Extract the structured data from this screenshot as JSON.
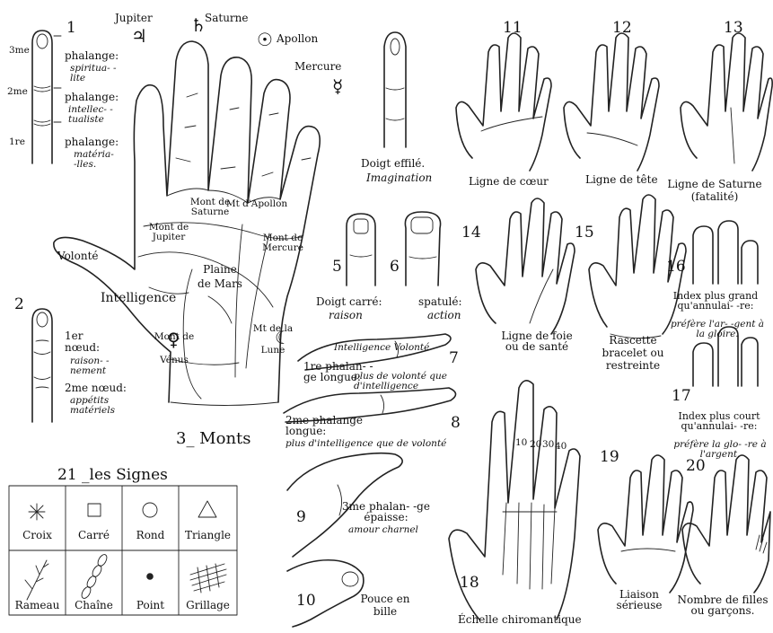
{
  "fig1": {
    "number": "1",
    "phalanges": [
      {
        "marker": "3me",
        "title": "phalange:",
        "desc": "spiritua- -lite"
      },
      {
        "marker": "2me",
        "title": "phalange:",
        "desc": "intellec- -tualiste"
      },
      {
        "marker": "1re",
        "title": "phalange:",
        "desc": "matéria- -lles."
      }
    ]
  },
  "fig2": {
    "number": "2",
    "first_node": {
      "title": "1er nœud:",
      "desc": "raison- -nement"
    },
    "second_node": {
      "title": "2me nœud:",
      "desc": "appétits matériels"
    }
  },
  "planets": {
    "jupiter": {
      "name": "Jupiter",
      "symbol": "♃"
    },
    "saturne": {
      "name": "Saturne",
      "symbol": "♄"
    },
    "apollon": {
      "name": "Apollon",
      "symbol": "☉"
    },
    "mercure": {
      "name": "Mercure",
      "symbol": "☿"
    }
  },
  "fig3": {
    "caption": "3_ Monts",
    "labels": {
      "volonte": "Volonté",
      "intelligence": "Intelligence",
      "mont_saturne": "Mont de Saturne",
      "mont_apollon": "Mt d'Apollon",
      "mont_jupiter": "Mont de Jupiter",
      "mont_mercure": "Mont de Mercure",
      "plaine_mars": "Plaine de Mars",
      "mont_venus": "Mont de Vénus",
      "mont_lune": "Mt de la Lune"
    },
    "venus_symbol": "♀",
    "lune_symbol": "☾"
  },
  "fig4": {
    "title": "Doigt effilé.",
    "desc": "Imagination"
  },
  "fig5": {
    "number": "5",
    "title": "Doigt carré:",
    "desc": "raison"
  },
  "fig6": {
    "number": "6",
    "title": "spatulé:",
    "desc": "action"
  },
  "fig7": {
    "number": "7",
    "top_labels": "Intelligence Volonté",
    "title": "1re phalan- -ge longue:",
    "desc": "plus de volonté que d'intelligence"
  },
  "fig8": {
    "number": "8",
    "title": "2me phalange longue:",
    "desc": "plus d'intelligence que de volonté"
  },
  "fig9": {
    "number": "9",
    "title": "3me phalan- -ge épaisse:",
    "desc": "amour charnel"
  },
  "fig10": {
    "number": "10",
    "title": "Pouce en bille"
  },
  "fig11": {
    "number": "11",
    "caption": "Ligne de cœur"
  },
  "fig12": {
    "number": "12",
    "caption": "Ligne de tête"
  },
  "fig13": {
    "number": "13",
    "caption": "Ligne de Saturne (fatalité)"
  },
  "fig14": {
    "number": "14",
    "caption": "Ligne de foie ou de santé"
  },
  "fig15": {
    "number": "15",
    "caption": "Rascette bracelet ou restreinte"
  },
  "fig16": {
    "number": "16",
    "caption": "Index plus grand qu'annulai- -re:",
    "desc": "préfère l'ar- -gent à la gloire."
  },
  "fig17": {
    "number": "17",
    "caption": "Index plus court qu'annulai- -re:",
    "desc": "préfère la glo- -re à l'argent."
  },
  "fig18": {
    "number": "18",
    "caption": "Échelle chiromantique",
    "scale": [
      "10",
      "20",
      "30",
      "40"
    ]
  },
  "fig19": {
    "number": "19",
    "caption": "Liaison sérieuse"
  },
  "fig20": {
    "number": "20",
    "caption": "Nombre de filles ou garçons."
  },
  "fig21": {
    "title": "21 _les Signes",
    "signs": [
      {
        "name": "Croix",
        "icon": "cross-icon"
      },
      {
        "name": "Carré",
        "icon": "square-icon"
      },
      {
        "name": "Rond",
        "icon": "circle-icon"
      },
      {
        "name": "Triangle",
        "icon": "triangle-icon"
      },
      {
        "name": "Rameau",
        "icon": "branch-icon"
      },
      {
        "name": "Chaîne",
        "icon": "chain-icon"
      },
      {
        "name": "Point",
        "icon": "dot-icon"
      },
      {
        "name": "Grillage",
        "icon": "grille-icon"
      }
    ]
  }
}
